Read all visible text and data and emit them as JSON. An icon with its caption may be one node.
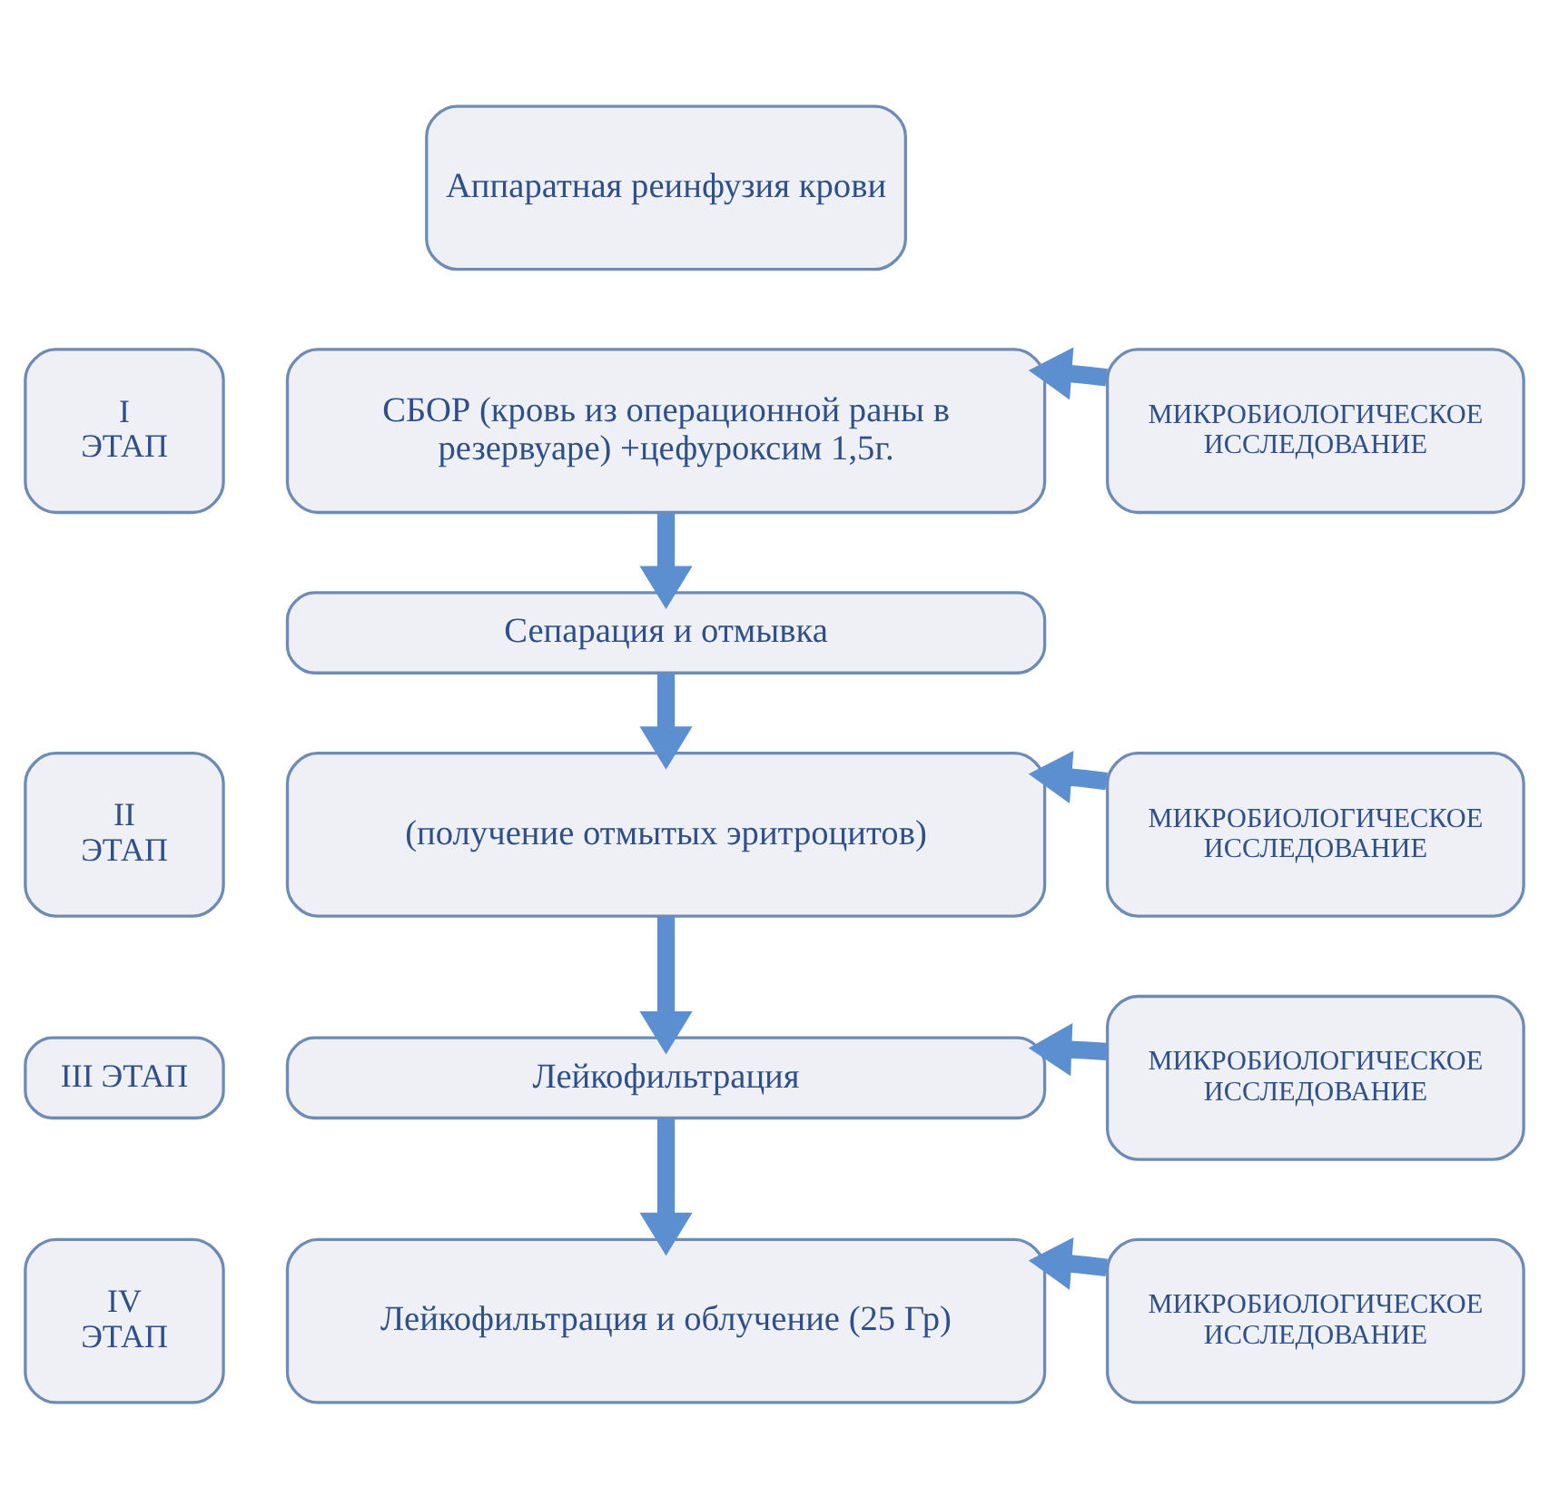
{
  "diagram": {
    "nodes": [
      {
        "text": [
          "Аппаратная реинфузия крови"
        ]
      },
      {
        "text": [
          "I ЭТАП"
        ]
      },
      {
        "text": [
          "СБОР (кровь из операционной раны в резервуаре) +цефуроксим 1,5г."
        ]
      },
      {
        "text": [
          "МИКРОБИОЛОГИЧЕСКОЕ ИССЛЕДОВАНИЕ"
        ]
      },
      {
        "text": [
          "Сепарация и отмывка"
        ]
      },
      {
        "text": [
          "II ЭТАП"
        ]
      },
      {
        "text": [
          "(получение отмытых эритроцитов)"
        ]
      },
      {
        "text": [
          "МИКРОБИОЛОГИЧЕСКОЕ ИССЛЕДОВАНИЕ"
        ]
      },
      {
        "text": [
          "III ЭТАП"
        ]
      },
      {
        "text": [
          "Лейкофильтрация"
        ]
      },
      {
        "text": [
          "МИКРОБИОЛОГИЧЕСКОЕ ИССЛЕДОВАНИЕ"
        ]
      },
      {
        "text": [
          "IV ЭТАП"
        ]
      },
      {
        "text": [
          "Лейкофильтрация и облучение (25 Гр)"
        ]
      },
      {
        "text": [
          "МИКРОБИОЛОГИЧЕСКОЕ ИССЛЕДОВАНИЕ"
        ]
      }
    ],
    "edges": [
      {
        "from": 3,
        "to": 2,
        "arrow": "to"
      },
      {
        "from": 2,
        "to": 4,
        "arrow": "to"
      },
      {
        "from": 4,
        "to": 6,
        "arrow": "to"
      },
      {
        "from": 7,
        "to": 6,
        "arrow": "to"
      },
      {
        "from": 6,
        "to": 9,
        "arrow": "to"
      },
      {
        "from": 10,
        "to": 9,
        "arrow": "to"
      },
      {
        "from": 9,
        "to": 12,
        "arrow": "to"
      },
      {
        "from": 13,
        "to": 12,
        "arrow": "to"
      }
    ]
  }
}
